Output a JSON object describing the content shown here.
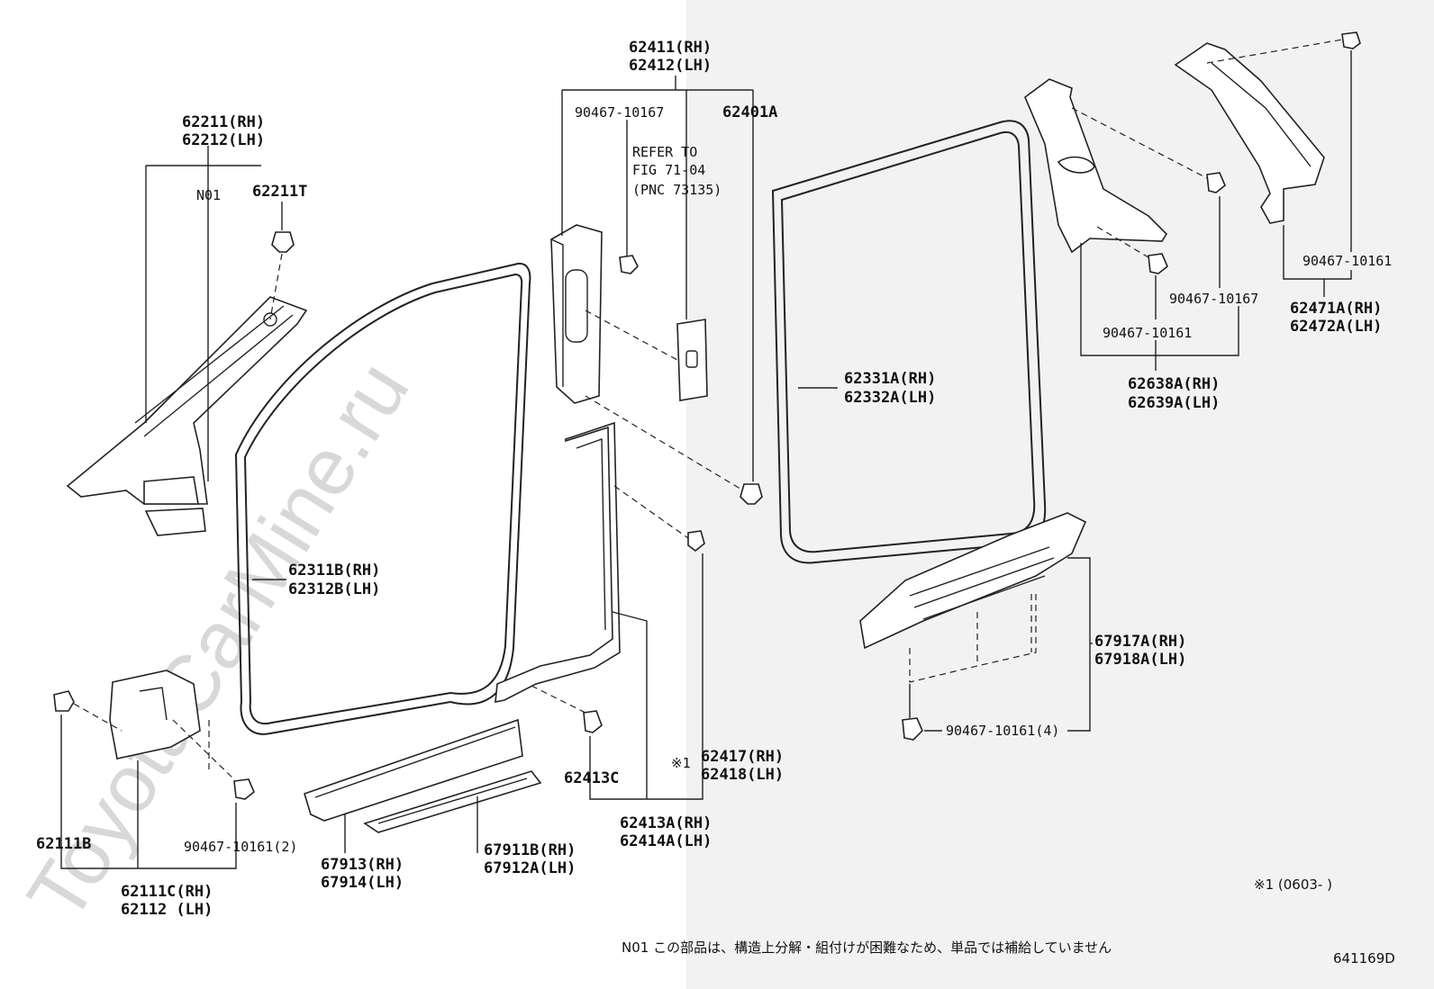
{
  "diagram": {
    "watermark": "ToyotaCarMine.ru",
    "figure_id": "641169D",
    "note": "N01 この部品は、構造上分解・組付けが困難なため、単品では補給していません",
    "footnote": "※1 (0603-  )",
    "refer": [
      "REFER TO",
      "FIG 71-04",
      "(PNC 73135)"
    ],
    "labels": {
      "p62411": "62411(RH)",
      "p62412": "62412(LH)",
      "p90467_10167_a": "90467-10167",
      "p62401A": "62401A",
      "p62211": "62211(RH)",
      "p62212": "62212(LH)",
      "n01": "N01",
      "p62211T": "62211T",
      "p62311B": "62311B(RH)",
      "p62312B": "62312B(LH)",
      "p62331A": "62331A(RH)",
      "p62332A": "62332A(LH)",
      "p90467_10161_a": "90467-10161",
      "p90467_10167_b": "90467-10167",
      "p62471A": "62471A(RH)",
      "p62472A": "62472A(LH)",
      "p90467_10161_b": "90467-10161",
      "p62638A": "62638A(RH)",
      "p62639A": "62639A(LH)",
      "p67917A": "67917A(RH)",
      "p67918A": "67918A(LH)",
      "p90467_10161_4": "90467-10161(4)",
      "p62417": "62417(RH)",
      "p62418": "62418(LH)",
      "star1": "※1",
      "p62413C": "62413C",
      "p62413A": "62413A(RH)",
      "p62414A": "62414A(LH)",
      "p67911B": "67911B(RH)",
      "p67912A": "67912A(LH)",
      "p67913": "67913(RH)",
      "p67914": "67914(LH)",
      "p62111B": "62111B",
      "p62111C": "62111C(RH)",
      "p62112": "62112  (LH)",
      "p90467_10161_2": "90467-10161(2)"
    }
  }
}
